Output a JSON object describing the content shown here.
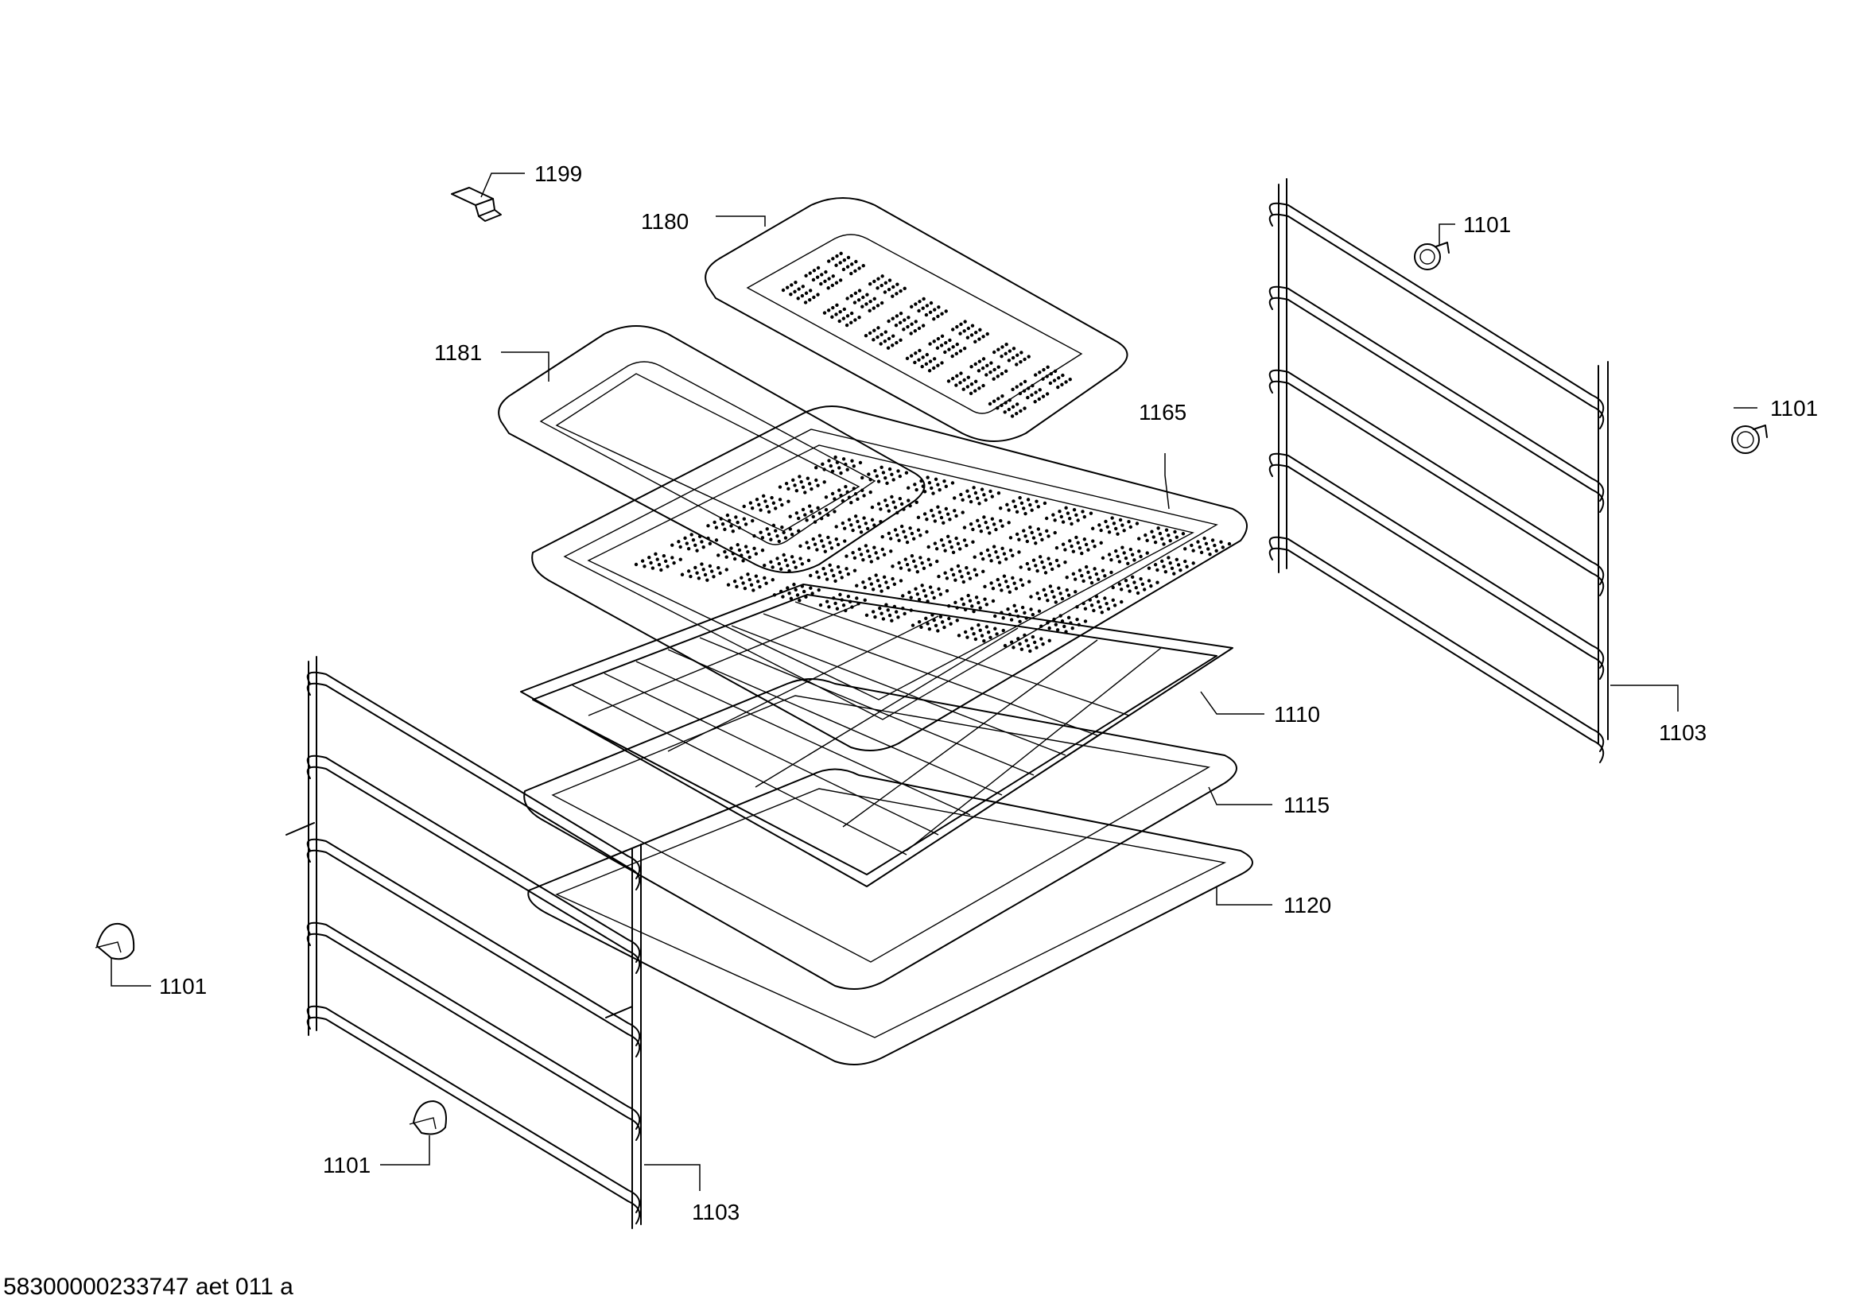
{
  "labels": {
    "clip_top": "1199",
    "tray_perforated": "1180",
    "tray_solid": "1181",
    "baking_tray_perforated": "1165",
    "clip_right_top": "1101",
    "clip_right_mid": "1101",
    "rail_right": "1103",
    "grid_shelf": "1110",
    "baking_tray": "1115",
    "universal_pan": "1120",
    "clip_left": "1101",
    "clip_left_bottom": "1101",
    "rail_left": "1103"
  },
  "footer": "58300000233747 aet 011 a"
}
